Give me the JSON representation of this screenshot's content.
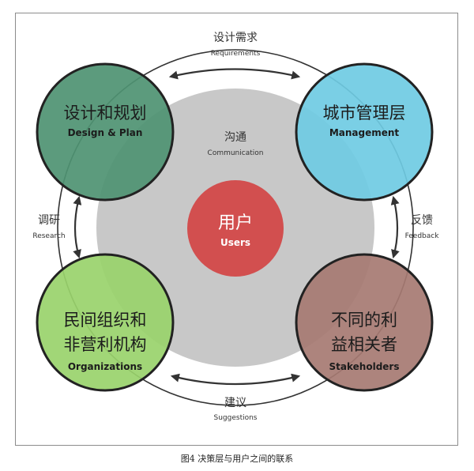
{
  "nodes": {
    "design": {
      "cn": "设计和规划",
      "en": "Design & Plan",
      "color": "#4e9272"
    },
    "management": {
      "cn": "城市管理层",
      "en": "Management",
      "color": "#6fcbe3"
    },
    "organizations": {
      "cn_line1": "民间组织和",
      "cn_line2": "非营利机构",
      "en": "Organizations",
      "color": "#99d26b"
    },
    "stakeholders": {
      "cn_line1": "不同的利",
      "cn_line2": "益相关者",
      "en": "Stakeholders",
      "color": "#a67a72"
    },
    "users": {
      "cn": "用户",
      "en": "Users",
      "color": "#d24f4f"
    }
  },
  "center": {
    "cn": "沟通",
    "en": "Communication",
    "color": "#c8c8c8"
  },
  "links": {
    "requirements": {
      "cn": "设计需求",
      "en": "Requirements"
    },
    "research": {
      "cn": "调研",
      "en": "Research"
    },
    "feedback": {
      "cn": "反馈",
      "en": "Feedback"
    },
    "suggestions": {
      "cn": "建议",
      "en": "Suggestions"
    }
  },
  "caption": "图4 决策层与用户之间的联系"
}
